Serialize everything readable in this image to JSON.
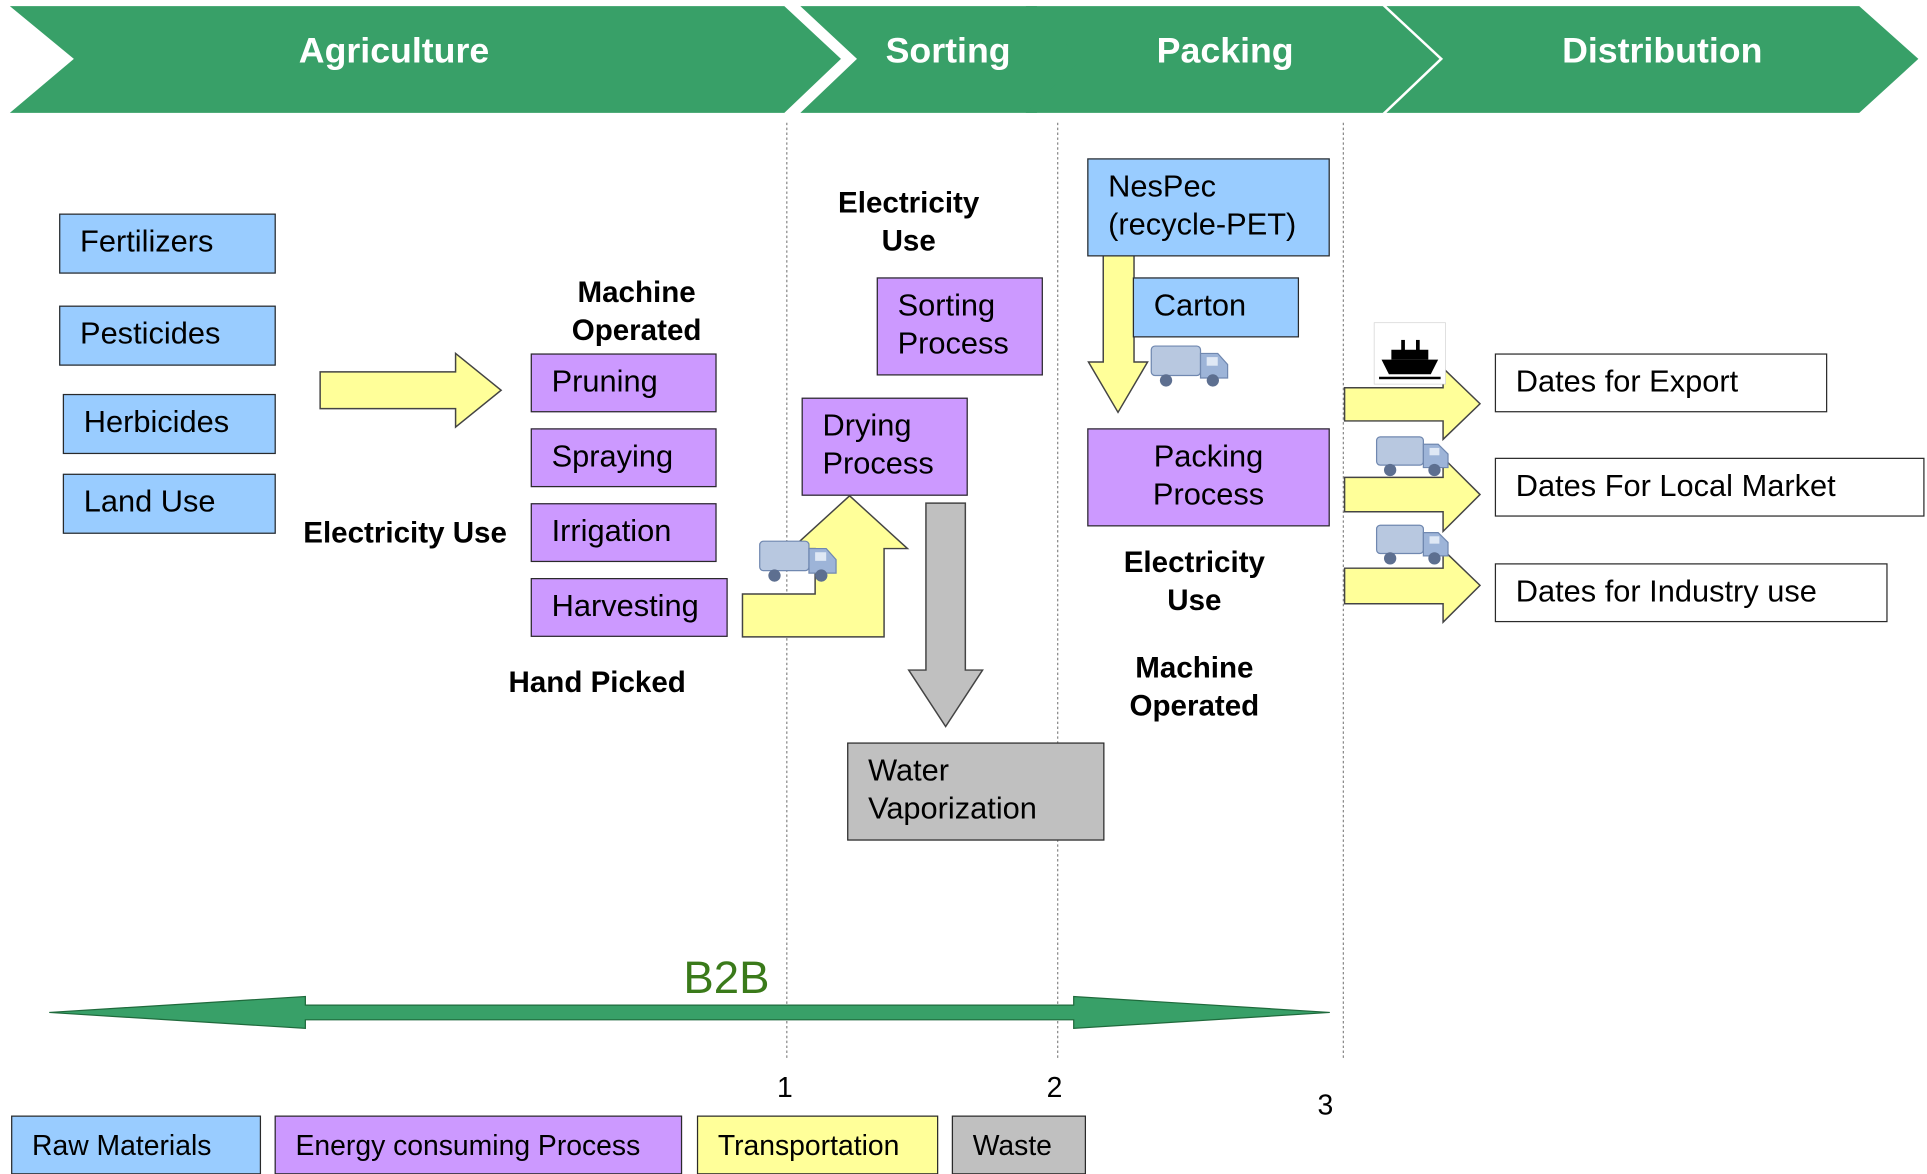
{
  "header": {
    "phases": [
      "Agriculture",
      "Sorting",
      "Packing",
      "Distribution"
    ]
  },
  "agriculture": {
    "raw_materials": [
      "Fertilizers",
      "Pesticides",
      "Herbicides",
      "Land Use"
    ],
    "machine_operated_label": "Machine\nOperated",
    "electricity_label": "Electricity Use",
    "processes": [
      "Pruning",
      "Spraying",
      "Irrigation",
      "Harvesting"
    ],
    "hand_picked_label": "Hand Picked"
  },
  "sorting": {
    "electricity_label": "Electricity\nUse",
    "sorting_process": "Sorting\nProcess",
    "drying_process": "Drying\nProcess",
    "water_vaporization": "Water\nVaporization"
  },
  "packing": {
    "nespec": "NesPec\n(recycle-PET)",
    "carton": "Carton",
    "packing_process": "Packing\nProcess",
    "electricity_label": "Electricity\nUse",
    "machine_operated_label": "Machine\nOperated"
  },
  "distribution": {
    "outputs": [
      "Dates for Export",
      "Dates For Local Market",
      "Dates for Industry use"
    ]
  },
  "b2b_label": "B2B",
  "stage_numbers": [
    "1",
    "2",
    "3"
  ],
  "legend": [
    "Raw Materials",
    "Energy consuming Process",
    "Transportation",
    "Waste"
  ],
  "icons": {
    "transport": "truck-icon",
    "export": "ship-icon"
  },
  "colors": {
    "header_green": "#38a068",
    "raw_material_blue": "#99ccff",
    "process_purple": "#cc99ff",
    "transport_yellow": "#ffff99",
    "waste_gray": "#c0c0c0",
    "b2b_green": "#3a7a1a"
  }
}
